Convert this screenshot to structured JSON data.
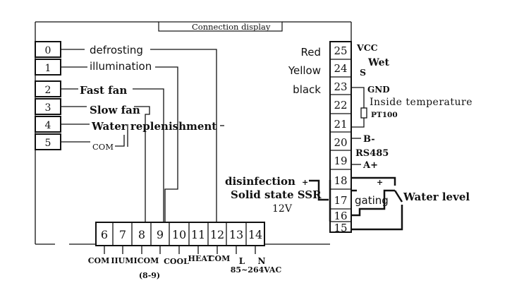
{
  "header": {
    "connection_display": "Connection display"
  },
  "left_terminals": [
    {
      "num": "0",
      "label": "defrosting"
    },
    {
      "num": "1",
      "label": "illumination"
    },
    {
      "num": "2",
      "label": "Fast fan"
    },
    {
      "num": "3",
      "label": "Slow fan"
    },
    {
      "num": "4",
      "label": "Water replenishment"
    },
    {
      "num": "5",
      "label": "COM"
    }
  ],
  "right_terminals": [
    {
      "num": "25",
      "label": "Red",
      "side": "VCC"
    },
    {
      "num": "24",
      "label": "Yellow",
      "side": "S"
    },
    {
      "num": "23",
      "label": "black",
      "side": "GND"
    },
    {
      "num": "22",
      "label": "",
      "side": ""
    },
    {
      "num": "21",
      "label": "",
      "side": ""
    },
    {
      "num": "20",
      "label": "",
      "side": "B-"
    },
    {
      "num": "19",
      "label": "",
      "side": "A+"
    },
    {
      "num": "18",
      "label": "",
      "side": ""
    },
    {
      "num": "17",
      "label": "",
      "side": ""
    },
    {
      "num": "16",
      "label": "",
      "side": ""
    },
    {
      "num": "15",
      "label": "",
      "side": ""
    }
  ],
  "right_labels": {
    "wet": "Wet",
    "inside_temperature": "Inside temperature",
    "pt100": "PT100",
    "rs485": "RS485",
    "disinfection": "disinfection",
    "ssr": "Solid state SSR",
    "voltage_12v": "12V",
    "plus_left": "+",
    "plus_right": "+",
    "gating": "gating",
    "water_level": "Water level"
  },
  "bottom_terminals": [
    {
      "num": "6",
      "label": "COM"
    },
    {
      "num": "7",
      "label": "IIUMI"
    },
    {
      "num": "8",
      "label": "COM"
    },
    {
      "num": "9",
      "label": "COOL"
    },
    {
      "num": "10",
      "label": ""
    },
    {
      "num": "11",
      "label": "HEAT"
    },
    {
      "num": "12",
      "label": "COM"
    },
    {
      "num": "13",
      "label": "L"
    },
    {
      "num": "14",
      "label": "N"
    }
  ],
  "bottom_labels": {
    "range_8_9": "(8-9)",
    "power": "85~264VAC"
  }
}
